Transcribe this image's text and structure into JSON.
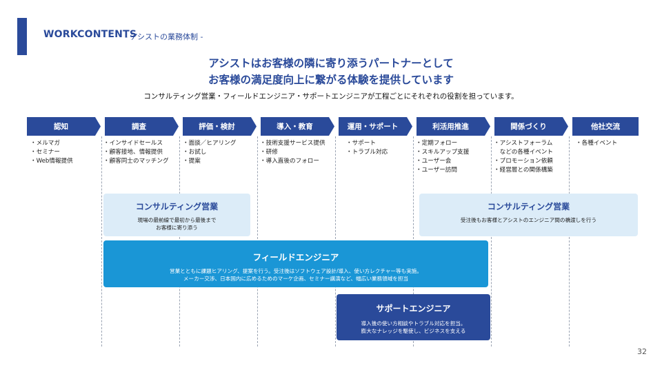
{
  "header": {
    "title": "WORKCONTENTS",
    "subtitle": "- アシストの業務体制 -"
  },
  "headline": {
    "line1": "アシストはお客様の隣に寄り添うパートナーとして",
    "line2": "お客様の満足度向上に繋がる体験を提供しています"
  },
  "lead": "コンサルティング営業・フィールドエンジニア・サポートエンジニアが工程ごとにそれぞれの役割を担っています。",
  "phases": [
    {
      "label": "認知",
      "items": [
        "・メルマガ",
        "・セミナー",
        "・Web情報提供"
      ]
    },
    {
      "label": "調査",
      "items": [
        "・インサイドセールス",
        "・顧客接地、情報提供",
        "・顧客同士のマッチング"
      ]
    },
    {
      "label": "評価・検討",
      "items": [
        "・面談／ヒアリング",
        "・お試し",
        "・提案"
      ]
    },
    {
      "label": "導入・教育",
      "items": [
        "・技術支援サービス提供",
        "・研修",
        "・導入直後のフォロー"
      ]
    },
    {
      "label": "運用・サポート",
      "items": [
        "・サポート",
        "・トラブル対応"
      ]
    },
    {
      "label": "利活用推進",
      "items": [
        "・定期フォロー",
        "・スキルアップ支援",
        "・ユーザー会",
        "・ユーザー訪問"
      ]
    },
    {
      "label": "関係づくり",
      "items": [
        "・アシストフォーラム",
        "　などの各種イベント",
        "・プロモーション依頼",
        "・経営層との関係構築"
      ]
    },
    {
      "label": "他社交流",
      "items": [
        "・各種イベント"
      ]
    }
  ],
  "roles": {
    "consulting_left": {
      "title": "コンサルティング営業",
      "desc": "現場の最前線で最初から最後まで\nお客様に寄り添う"
    },
    "consulting_right": {
      "title": "コンサルティング営業",
      "desc": "受注後もお客様とアシストのエンジニア間の橋渡しを行う"
    },
    "field_engineer": {
      "title": "フィールドエンジニア",
      "desc": "営業とともに課題ヒアリング、提案を行う。受注後はソフトウェア設計/導入、使い方レクチャー等も実施。\nメーカー交渉、日本国内に広めるためのマーケ企画、セミナー講演など、幅広い業務領域を担当"
    },
    "support_engineer": {
      "title": "サポートエンジニア",
      "desc": "導入後の使い方相談やトラブル対応を担当。\n膨大なナレッジを駆使し、ビジネスを支える"
    }
  },
  "page_number": "32",
  "colors": {
    "navy": "#2a4a9a",
    "blue": "#1a96d6",
    "light_blue": "#dcecf8"
  }
}
